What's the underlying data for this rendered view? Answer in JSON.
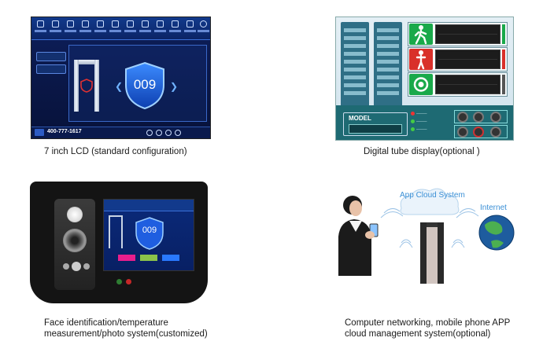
{
  "panels": {
    "lcd": {
      "caption": "7 inch LCD (standard configuration)",
      "screen": {
        "counter": "009",
        "hotline": "400-777-1617"
      }
    },
    "tube": {
      "caption": "Digital tube display(optional )",
      "model_label": "MODEL"
    },
    "face": {
      "caption": "Face identification/temperature\nmeasurement/photo system(customized)",
      "screen_counter": "009"
    },
    "cloud": {
      "caption": "Computer networking, mobile phone APP\ncloud management system(optional)",
      "cloud_label": "App Cloud System",
      "internet_label": "Internet"
    }
  },
  "colors": {
    "lcd_bg": "#0a1747",
    "tube_green": "#19a94a",
    "tube_red": "#d9302a",
    "tube_teal": "#1e6a73",
    "cloud_blue": "#3a8fd6"
  }
}
